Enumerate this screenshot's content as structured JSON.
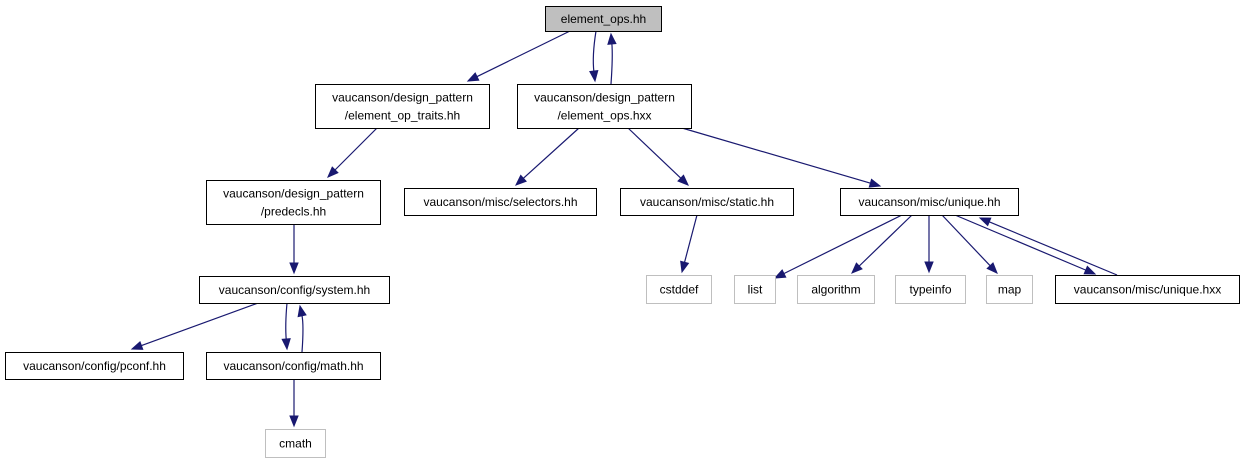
{
  "diagram": {
    "title": "element_ops.hh",
    "type": "include-dependency-graph",
    "colors": {
      "edge": "#191970",
      "root_fill": "#bfbfbf",
      "node_border": "#000000",
      "external_border": "#bfbfbf"
    },
    "nodes": [
      {
        "id": "n_element_ops_hh",
        "lines": [
          "element_ops.hh"
        ],
        "kind": "root"
      },
      {
        "id": "n_element_op_traits",
        "lines": [
          "vaucanson/design_pattern",
          "/element_op_traits.hh"
        ],
        "kind": "internal"
      },
      {
        "id": "n_element_ops_hxx",
        "lines": [
          "vaucanson/design_pattern",
          "/element_ops.hxx"
        ],
        "kind": "internal"
      },
      {
        "id": "n_predecls",
        "lines": [
          "vaucanson/design_pattern",
          "/predecls.hh"
        ],
        "kind": "internal"
      },
      {
        "id": "n_system",
        "lines": [
          "vaucanson/config/system.hh"
        ],
        "kind": "internal"
      },
      {
        "id": "n_pconf",
        "lines": [
          "vaucanson/config/pconf.hh"
        ],
        "kind": "internal"
      },
      {
        "id": "n_math",
        "lines": [
          "vaucanson/config/math.hh"
        ],
        "kind": "internal"
      },
      {
        "id": "n_cmath",
        "lines": [
          "cmath"
        ],
        "kind": "external"
      },
      {
        "id": "n_selectors",
        "lines": [
          "vaucanson/misc/selectors.hh"
        ],
        "kind": "internal"
      },
      {
        "id": "n_static",
        "lines": [
          "vaucanson/misc/static.hh"
        ],
        "kind": "internal"
      },
      {
        "id": "n_cstddef",
        "lines": [
          "cstddef"
        ],
        "kind": "external"
      },
      {
        "id": "n_unique_hh",
        "lines": [
          "vaucanson/misc/unique.hh"
        ],
        "kind": "internal"
      },
      {
        "id": "n_list",
        "lines": [
          "list"
        ],
        "kind": "external"
      },
      {
        "id": "n_algorithm",
        "lines": [
          "algorithm"
        ],
        "kind": "external"
      },
      {
        "id": "n_typeinfo",
        "lines": [
          "typeinfo"
        ],
        "kind": "external"
      },
      {
        "id": "n_map",
        "lines": [
          "map"
        ],
        "kind": "external"
      },
      {
        "id": "n_unique_hxx",
        "lines": [
          "vaucanson/misc/unique.hxx"
        ],
        "kind": "internal"
      }
    ],
    "edges": [
      {
        "from": "n_element_ops_hh",
        "to": "n_element_op_traits"
      },
      {
        "from": "n_element_ops_hh",
        "to": "n_element_ops_hxx"
      },
      {
        "from": "n_element_ops_hxx",
        "to": "n_element_ops_hh"
      },
      {
        "from": "n_element_op_traits",
        "to": "n_predecls"
      },
      {
        "from": "n_predecls",
        "to": "n_system"
      },
      {
        "from": "n_system",
        "to": "n_pconf"
      },
      {
        "from": "n_system",
        "to": "n_math"
      },
      {
        "from": "n_math",
        "to": "n_system"
      },
      {
        "from": "n_math",
        "to": "n_cmath"
      },
      {
        "from": "n_element_ops_hxx",
        "to": "n_selectors"
      },
      {
        "from": "n_element_ops_hxx",
        "to": "n_static"
      },
      {
        "from": "n_element_ops_hxx",
        "to": "n_unique_hh"
      },
      {
        "from": "n_static",
        "to": "n_cstddef"
      },
      {
        "from": "n_unique_hh",
        "to": "n_list"
      },
      {
        "from": "n_unique_hh",
        "to": "n_algorithm"
      },
      {
        "from": "n_unique_hh",
        "to": "n_typeinfo"
      },
      {
        "from": "n_unique_hh",
        "to": "n_map"
      },
      {
        "from": "n_unique_hh",
        "to": "n_unique_hxx"
      },
      {
        "from": "n_unique_hxx",
        "to": "n_unique_hh"
      }
    ]
  }
}
